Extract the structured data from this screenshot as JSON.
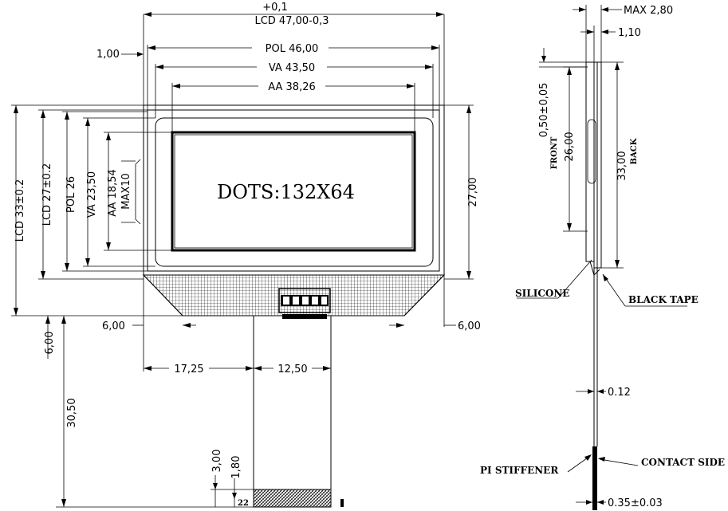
{
  "labels": {
    "dots": "DOTS:132X64",
    "silicone": "SILICONE",
    "black_tape": "BLACK TAPE",
    "pi_stiffener": "PI STIFFENER",
    "contact_side": "CONTACT SIDE",
    "front": "FRONT",
    "back": "BACK",
    "pin_number": "22"
  },
  "front_view": {
    "lcd_width_tol_upper": "+0,1",
    "lcd_width": "LCD 47,00-0,3",
    "pol_width": "POL 46,00",
    "va_width": "VA 43,50",
    "aa_width": "AA 38,26",
    "edge_offset": "1,00",
    "lcd_height": "LCD 33±0.2",
    "lcd_glass_height": "LCD 27±0.2",
    "pol_height": "POL 26",
    "va_height": "VA 23,50",
    "aa_height": "AA 18,54",
    "max_height": "MAX10",
    "height_right": "27,00",
    "offset_left": "6,00",
    "offset_right": "6,00",
    "fpc_offset": "17,25",
    "fpc_width": "12,50",
    "fpc_gap": "6,00",
    "fpc_length": "30,50",
    "fpc_stiff": "3,00",
    "fpc_pitch": "1,80"
  },
  "side_view": {
    "max_thickness": "MAX 2,80",
    "thickness_110": "1,10",
    "offset_050": "0,50±0,05",
    "front_height": "26,00",
    "back_height": "33,00",
    "fpc_thickness": "0.12",
    "stiffener_thickness": "0.35±0.03"
  }
}
